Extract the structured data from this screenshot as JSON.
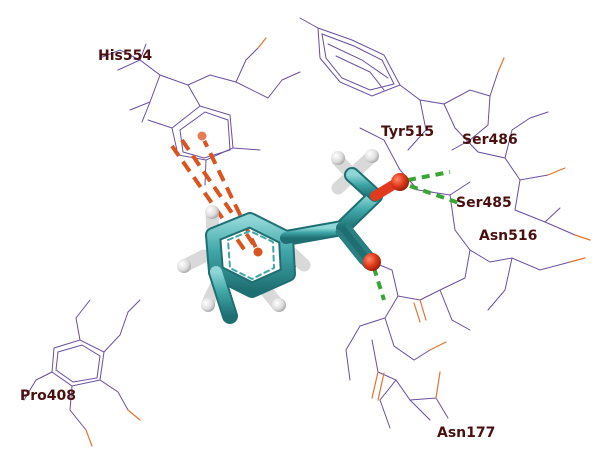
{
  "residues": {
    "his554": "His554",
    "tyr515": "Tyr515",
    "ser486": "Ser486",
    "ser485": "Ser485",
    "asn516": "Asn516",
    "pro408": "Pro408",
    "asn177": "Asn177"
  },
  "colors": {
    "label": "#4a1010",
    "carbon": "#3fa6a8",
    "carbon_dark": "#2a7f82",
    "hydrogen": "#e6e6e6",
    "oxygen": "#e23a1c",
    "wire": "#6a4ea0",
    "wire_oxygen": "#e8722c",
    "pi_stack": "#d9541e",
    "h_bond": "#3aa535"
  },
  "icons": {
    "ligand": "ligand-stick-model",
    "pi_interaction": "pi-stacking-dashes",
    "hbond": "hydrogen-bond-dashes"
  }
}
